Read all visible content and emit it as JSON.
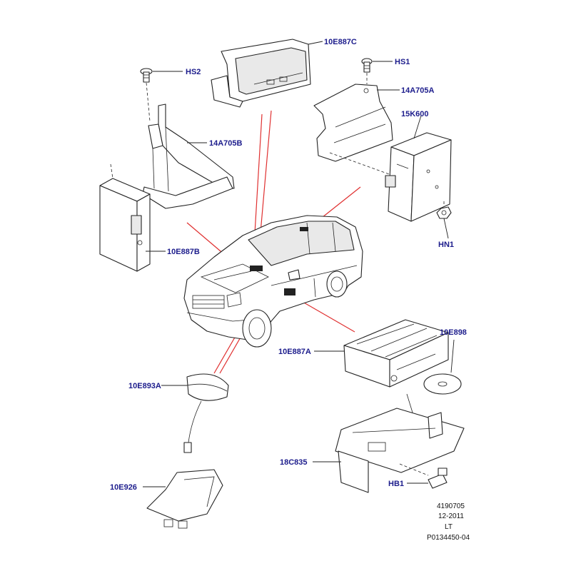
{
  "diagram": {
    "callouts": {
      "hs2": "HS2",
      "c10e887c": "10E887C",
      "hs1": "HS1",
      "c14a705a": "14A705A",
      "c15k600": "15K600",
      "c14a705b": "14A705B",
      "c10e887b": "10E887B",
      "hn1": "HN1",
      "c10e898": "10E898",
      "c10e887a": "10E887A",
      "c10e893a": "10E893A",
      "c18c835": "18C835",
      "hb1": "HB1",
      "c10e926": "10E926"
    },
    "reference": {
      "number": "4190705",
      "date": "12-2011",
      "code": "LT",
      "part": "P0134450-04"
    },
    "colors": {
      "callout_text": "#1c1c8c",
      "red_leaders": "#e03030",
      "line_art": "#222222"
    }
  }
}
